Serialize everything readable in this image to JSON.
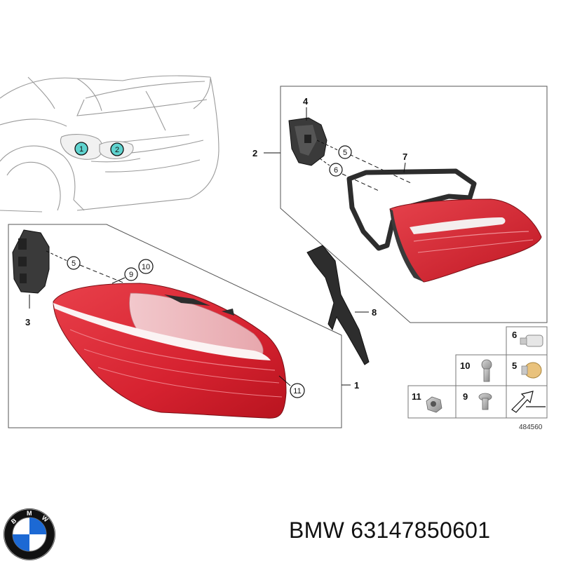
{
  "diagram": {
    "reference_number": "484560",
    "callouts": {
      "n1": "1",
      "n2": "2",
      "n3": "3",
      "n4": "4",
      "n5a": "5",
      "n5b": "5",
      "n6": "6",
      "n7": "7",
      "n8": "8",
      "n9": "9",
      "n10": "10",
      "n11": "11",
      "car_1": "1",
      "car_2": "2"
    },
    "legend": {
      "item_6": "6",
      "item_5": "5",
      "item_10": "10",
      "item_11": "11",
      "item_9": "9"
    }
  },
  "logo": {
    "letters": "BMW",
    "colors": {
      "blue": "#1c69d4",
      "ring": "#111111"
    }
  },
  "caption": {
    "text": "BMW 63147850601"
  },
  "colors": {
    "lamp_red": "#d9232e",
    "lamp_dark_red": "#b01622",
    "callout_fill": "#5fd3cf"
  }
}
